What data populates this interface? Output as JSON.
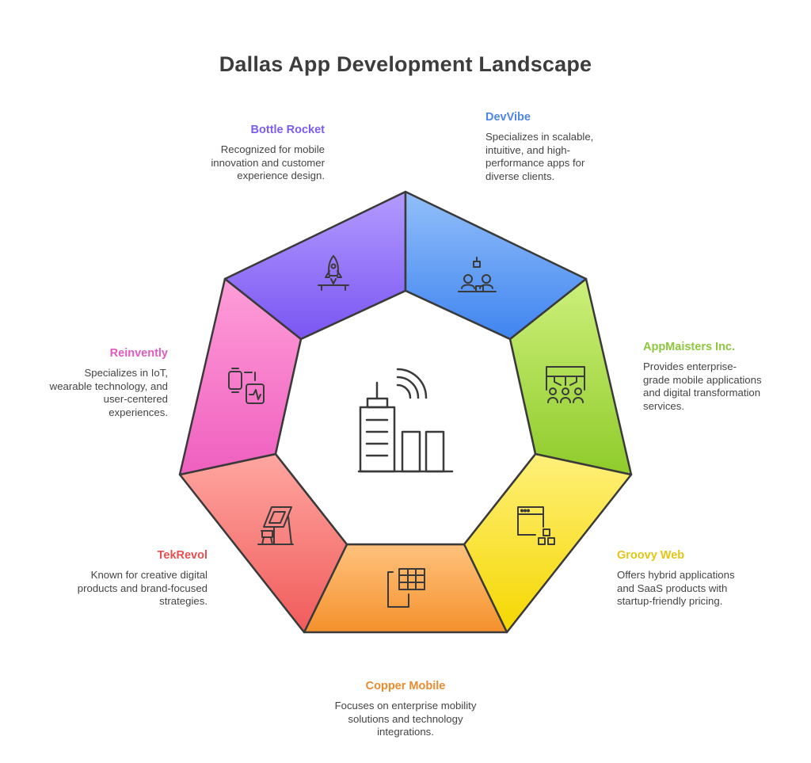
{
  "title": "Dallas App Development Landscape",
  "colors": {
    "bottle_rocket": "#7b5df0",
    "devvibe": "#4f86ea",
    "appmaisters": "#8dc63f",
    "groovy_web": "#e3c517",
    "copper_mobile": "#e98b30",
    "tekrevol": "#e5504f",
    "reinvently": "#e05bbd",
    "outline": "#3a3a3a"
  },
  "segments": [
    {
      "key": "bottle_rocket",
      "name": "Bottle Rocket",
      "description": "Recognized for mobile innovation and customer experience design.",
      "icon": "rocket-launch-icon"
    },
    {
      "key": "devvibe",
      "name": "DevVibe",
      "description": "Specializes in scalable, intuitive, and high-performance apps for diverse clients.",
      "icon": "team-workspace-icon"
    },
    {
      "key": "appmaisters",
      "name": "AppMaisters Inc.",
      "description": "Provides enterprise-grade mobile applications and digital transformation services.",
      "icon": "network-users-icon"
    },
    {
      "key": "groovy_web",
      "name": "Groovy Web",
      "description": "Offers hybrid applications and SaaS products with startup-friendly pricing.",
      "icon": "browser-blocks-icon"
    },
    {
      "key": "copper_mobile",
      "name": "Copper Mobile",
      "description": "Focuses on enterprise mobility solutions and technology integrations.",
      "icon": "mobile-grid-icon"
    },
    {
      "key": "tekrevol",
      "name": "TekRevol",
      "description": "Known for creative digital products and brand-focused strategies.",
      "icon": "drafting-table-icon"
    },
    {
      "key": "reinvently",
      "name": "Reinvently",
      "description": "Specializes in IoT, wearable technology, and user-centered experiences.",
      "icon": "smartwatch-icon"
    }
  ],
  "center_icon": "city-signal-icon"
}
